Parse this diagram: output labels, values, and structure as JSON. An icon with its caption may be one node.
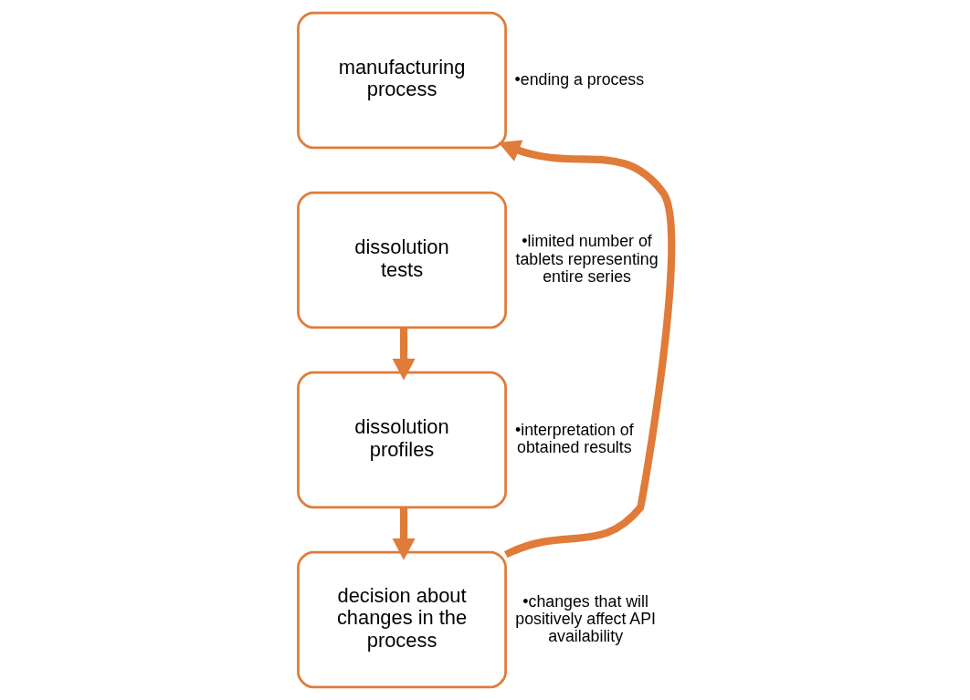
{
  "diagram": {
    "nodes": [
      {
        "text": [
          "manufacturing process"
        ],
        "beside": [
          "•ending a process"
        ]
      },
      {
        "text": [
          "dissolution tests"
        ],
        "beside": [
          "•limited number of tablets representing entire series"
        ]
      },
      {
        "text": [
          "dissolution profiles"
        ],
        "beside": [
          "•interpretation of obtained results"
        ]
      },
      {
        "text": [
          "decision about changes in the process"
        ],
        "beside": [
          "•changes that will positively affect API availability"
        ]
      }
    ],
    "edges": [
      {
        "from": 1,
        "to": 2,
        "arrow": "to"
      },
      {
        "from": 2,
        "to": 3,
        "arrow": "to"
      },
      {
        "from": 3,
        "to": 0,
        "arrow": "to"
      }
    ]
  }
}
